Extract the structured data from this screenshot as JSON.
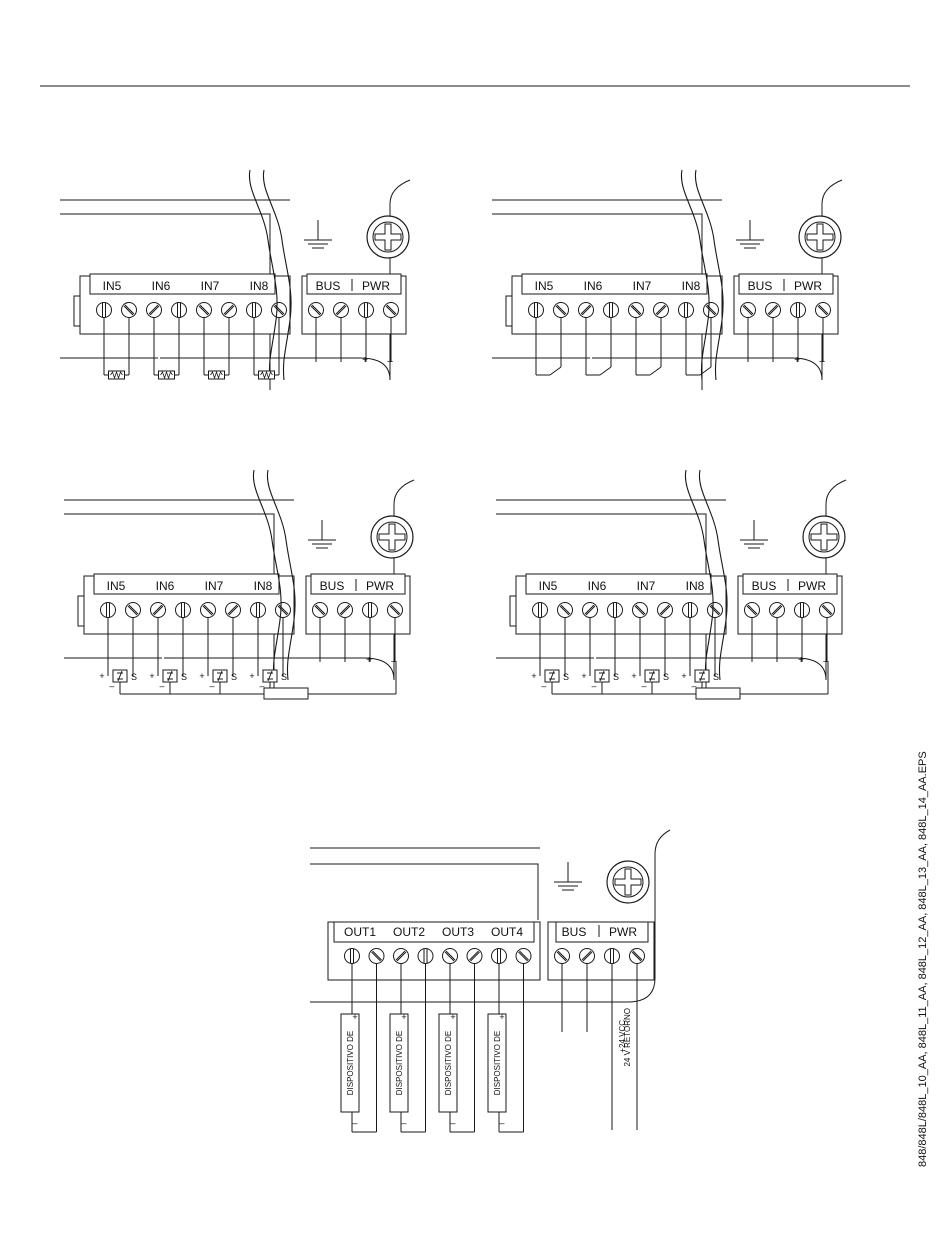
{
  "panels": [
    {
      "id": "p1",
      "type": "inputs",
      "labels": [
        "IN5",
        "IN6",
        "IN7",
        "IN8"
      ],
      "device": "resistor",
      "bus_label": "BUS",
      "pwr_label": "PWR"
    },
    {
      "id": "p2",
      "type": "inputs",
      "labels": [
        "IN5",
        "IN6",
        "IN7",
        "IN8"
      ],
      "device": "contact",
      "bus_label": "BUS",
      "pwr_label": "PWR"
    },
    {
      "id": "p3",
      "type": "inputs",
      "labels": [
        "IN5",
        "IN6",
        "IN7",
        "IN8"
      ],
      "device": "smoke",
      "bus_label": "BUS",
      "pwr_label": "PWR"
    },
    {
      "id": "p4",
      "type": "inputs",
      "labels": [
        "IN5",
        "IN6",
        "IN7",
        "IN8"
      ],
      "device": "smoke",
      "bus_label": "BUS",
      "pwr_label": "PWR"
    },
    {
      "id": "p5",
      "type": "outputs",
      "labels": [
        "OUT1",
        "OUT2",
        "OUT3",
        "OUT4"
      ],
      "device": "output",
      "bus_label": "BUS",
      "pwr_label": "PWR"
    }
  ],
  "polarity": {
    "plus": "+",
    "minus": "–",
    "s": "S"
  },
  "output_device_text": "DISPOSITIVO DE",
  "power_labels": {
    "vcc": "+24 VCC",
    "ret": "24 V RETORNO"
  },
  "side_caption": "848/848L/848L_10_AA, 848L_11_AA, 848L_12_AA, 848L_13_AA, 848L_14_AA.EPS",
  "colors": {
    "ink": "#1a1a1a",
    "paper": "#ffffff"
  }
}
